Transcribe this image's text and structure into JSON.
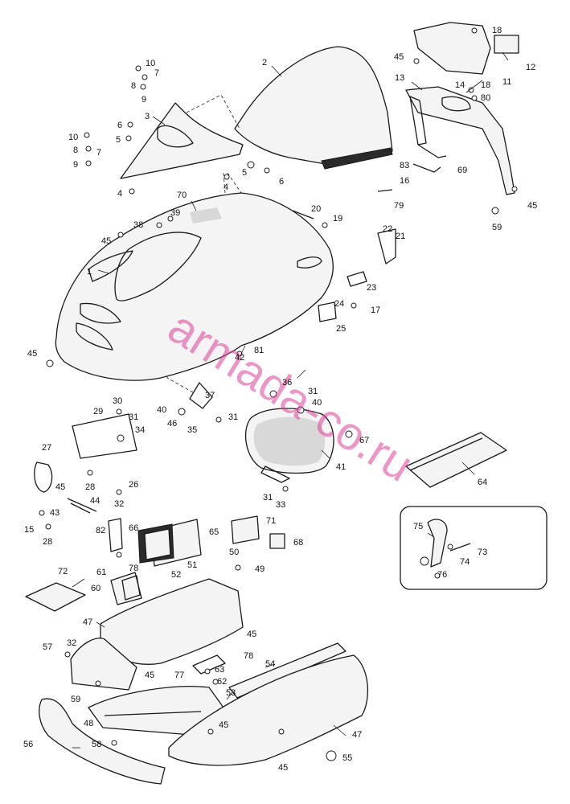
{
  "watermark": "armada-co.ru",
  "colors": {
    "line": "#1a1a1a",
    "watermark": "#e0409a",
    "background": "#ffffff"
  },
  "labels": {
    "l1": "1",
    "l2": "2",
    "l3": "3",
    "l4a": "4",
    "l4b": "4",
    "l5a": "5",
    "l5b": "5",
    "l6a": "6",
    "l6b": "6",
    "l7a": "7",
    "l7b": "7",
    "l8a": "8",
    "l8b": "8",
    "l9a": "9",
    "l9b": "9",
    "l10a": "10",
    "l10b": "10",
    "l11": "11",
    "l12": "12",
    "l13": "13",
    "l14": "14",
    "l15": "15",
    "l16": "16",
    "l17": "17",
    "l18a": "18",
    "l18b": "18",
    "l19": "19",
    "l20": "20",
    "l21": "21",
    "l22": "22",
    "l23": "23",
    "l24": "24",
    "l25": "25",
    "l26": "26",
    "l27": "27",
    "l28a": "28",
    "l28b": "28",
    "l29": "29",
    "l30": "30",
    "l31a": "31",
    "l31b": "31",
    "l31c": "31",
    "l31d": "31",
    "l32a": "32",
    "l32b": "32",
    "l33": "33",
    "l34": "34",
    "l35": "35",
    "l36": "36",
    "l37": "37",
    "l38": "38",
    "l39": "39",
    "l40a": "40",
    "l40b": "40",
    "l41": "41",
    "l42": "42",
    "l43": "43",
    "l44": "44",
    "l45a": "45",
    "l45b": "45",
    "l45c": "45",
    "l45d": "45",
    "l45e": "45",
    "l45f": "45",
    "l45g": "45",
    "l45h": "45",
    "l45i": "45",
    "l46": "46",
    "l47a": "47",
    "l47b": "47",
    "l48": "48",
    "l49": "49",
    "l50": "50",
    "l51": "51",
    "l52": "52",
    "l53": "53",
    "l54": "54",
    "l55": "55",
    "l56": "56",
    "l57": "57",
    "l58": "58",
    "l59a": "59",
    "l59b": "59",
    "l60": "60",
    "l61": "61",
    "l62": "62",
    "l63": "63",
    "l64": "64",
    "l65": "65",
    "l66": "66",
    "l67": "67",
    "l68": "68",
    "l69": "69",
    "l70": "70",
    "l71": "71",
    "l72": "72",
    "l73": "73",
    "l74": "74",
    "l75": "75",
    "l76": "76",
    "l77": "77",
    "l78a": "78",
    "l78b": "78",
    "l79": "79",
    "l80": "80",
    "l81": "81",
    "l82": "82",
    "l83": "83"
  }
}
